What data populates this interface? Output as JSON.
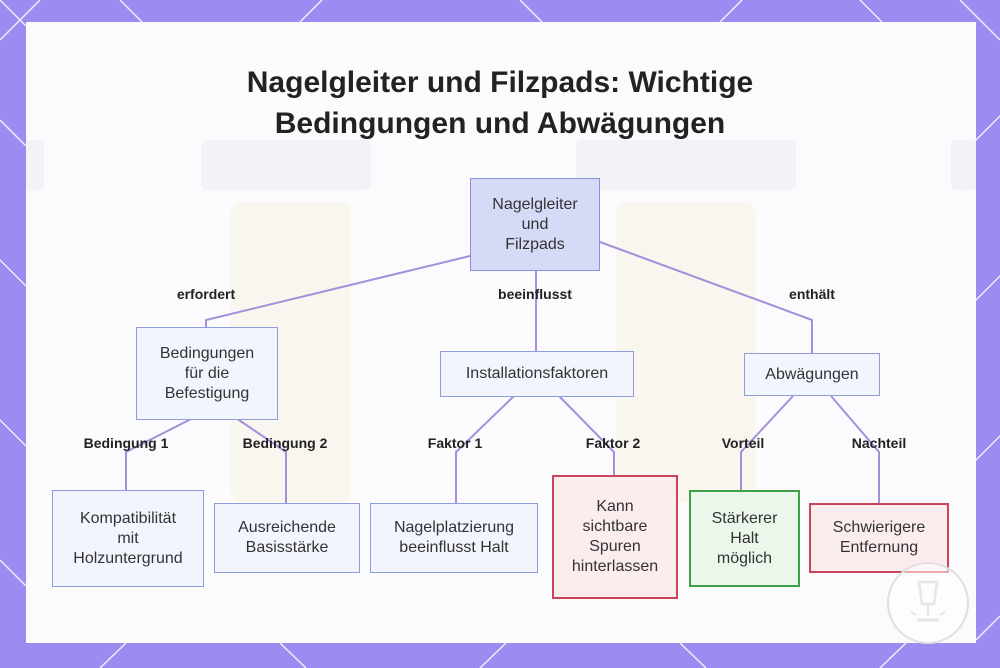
{
  "title": {
    "line1": "Nagelgleiter und Filzpads: Wichtige",
    "line2": "Bedingungen und Abwägungen"
  },
  "nodes": {
    "root": [
      "Nagelgleiter",
      "und",
      "Filzpads"
    ],
    "bedingungen": [
      "Bedingungen",
      "für die",
      "Befestigung"
    ],
    "installationsfaktoren": [
      "Installationsfaktoren"
    ],
    "abwaegungen": [
      "Abwägungen"
    ],
    "kompatibilitaet": [
      "Kompatibilität",
      "mit",
      "Holzuntergrund"
    ],
    "basisstaerke": [
      "Ausreichende",
      "Basisstärke"
    ],
    "nagelplatzierung": [
      "Nagelplatzierung",
      "beeinflusst Halt"
    ],
    "spuren": [
      "Kann",
      "sichtbare",
      "Spuren",
      "hinterlassen"
    ],
    "halt": [
      "Stärkerer",
      "Halt",
      "möglich"
    ],
    "entfernung": [
      "Schwierigere",
      "Entfernung"
    ]
  },
  "edge_labels": {
    "erfordert": "erfordert",
    "beeinflusst": "beeinflusst",
    "enthaelt": "enthält",
    "bedingung1": "Bedingung 1",
    "bedingung2": "Bedingung 2",
    "faktor1": "Faktor 1",
    "faktor2": "Faktor 2",
    "vorteil": "Vorteil",
    "nachteil": "Nachteil"
  },
  "colors": {
    "frame": "#9a8cf0",
    "edge": "#a48fdc",
    "root_fill": "#d5daf7",
    "node_fill": "#f3f5fe",
    "node_border": "#8f9ed8",
    "bad_border": "#c9465a",
    "good_border": "#3fa049"
  },
  "icons": {
    "watermark": "lamp-logo-icon"
  }
}
